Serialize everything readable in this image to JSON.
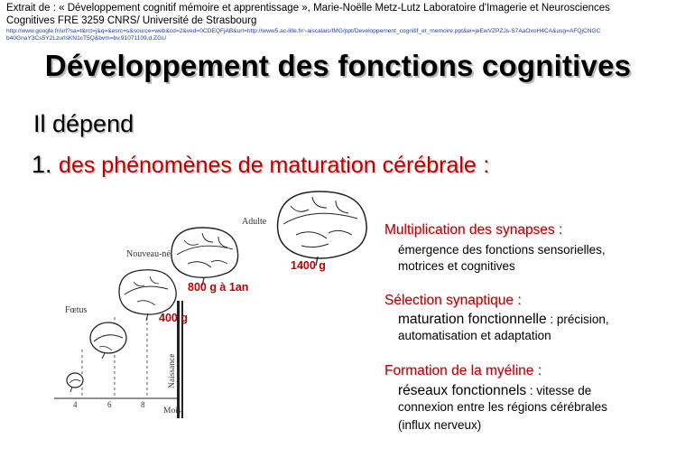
{
  "source": {
    "line1": "Extrait de : « Développement cognitif mémoire et apprentissage », Marie-Noëlle Metz-Lutz Laboratoire d'Imagerie et Neurosciences",
    "line2": "Cognitives FRE 3259 CNRS/ Université de Strasbourg",
    "url_line1": "http://www.google.fr/url?sa=t&rct=j&q=&esrc=s&source=web&cd=2&ved=0CDEQFjAB&url=http://www5.ac-lille.fr/~aiscalais/IMG/ppt/Developpement_cognitif_et_memoire.ppt&ei=jeEwVZPZJs-S7AaOxoH4CA&usg=AFQjCNGC",
    "url_line2": "b40GnaY3Cs5Y2LzurlsKN1cT5Q&bvm=bv.91071109,d.ZGU"
  },
  "title": "Développement des fonctions cognitives",
  "subtitle": "Il dépend",
  "point": {
    "number": "1.",
    "text": "des phénomènes de maturation cérébrale",
    "colon": ":"
  },
  "figure": {
    "labels": {
      "adulte": "Adulte",
      "nouveau_ne": "Nouveau-né",
      "foetus": "Fœtus",
      "naissance": "Naissance",
      "mois": "Mois"
    },
    "ticks": [
      "4",
      "6",
      "8"
    ],
    "weights": {
      "w1": "400 g",
      "w2": "800 g à 1an",
      "w3": "1400 g"
    }
  },
  "points": {
    "p1": {
      "heading": "Multiplication des synapses",
      "colon": ":",
      "line1": "émergence des fonctions sensorielles,",
      "line2": "motrices et cognitives"
    },
    "p2": {
      "heading": "Sélection synaptique",
      "colon": ":",
      "big": "maturation fonctionnelle",
      "rest1": " : précision,",
      "line2": "automatisation et adaptation"
    },
    "p3": {
      "heading": "Formation de la myéline",
      "colon": ":",
      "big": "réseaux fonctionnels",
      "rest1": " : vitesse de",
      "line2": "connexion entre les régions cérébrales",
      "line3": "(influx nerveux)"
    }
  },
  "colors": {
    "accent_red": "#c00000",
    "url_blue": "#1a3cc8"
  }
}
